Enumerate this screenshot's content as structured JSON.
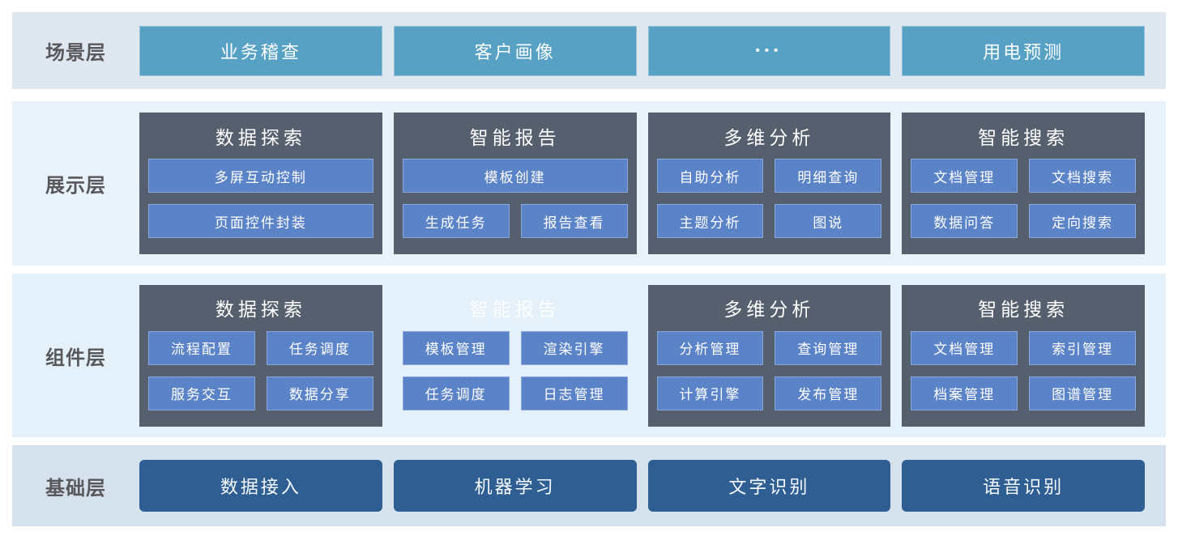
{
  "scene": {
    "label": "场景层",
    "buttons": [
      "业务稽查",
      "客户画像",
      "•••",
      "用电预测"
    ]
  },
  "display": {
    "label": "展示层",
    "cards": [
      {
        "title": "数据探索",
        "buttons": [
          "多屏互动控制",
          "页面控件封装"
        ]
      },
      {
        "title": "智能报告",
        "buttons": [
          "模板创建",
          "生成任务",
          "报告查看"
        ]
      },
      {
        "title": "多维分析",
        "buttons": [
          "自助分析",
          "明细查询",
          "主题分析",
          "图说"
        ]
      },
      {
        "title": "智能搜索",
        "buttons": [
          "文档管理",
          "文档搜索",
          "数据问答",
          "定向搜索"
        ]
      }
    ]
  },
  "component": {
    "label": "组件层",
    "cards": [
      {
        "title": "数据探索",
        "buttons": [
          "流程配置",
          "任务调度",
          "服务交互",
          "数据分享"
        ]
      },
      {
        "title": "智能报告",
        "buttons": [
          "模板管理",
          "渲染引擎",
          "任务调度",
          "日志管理"
        ]
      },
      {
        "title": "多维分析",
        "buttons": [
          "分析管理",
          "查询管理",
          "计算引擎",
          "发布管理"
        ]
      },
      {
        "title": "智能搜索",
        "buttons": [
          "文档管理",
          "索引管理",
          "档案管理",
          "图谱管理"
        ]
      }
    ]
  },
  "base": {
    "label": "基础层",
    "buttons": [
      "数据接入",
      "机器学习",
      "文字识别",
      "语音识别"
    ]
  },
  "colors": {
    "scene_teal": "#57a1c4",
    "card_dark": "#555f6d",
    "sub_blue": "#5b83c8",
    "base_blue": "#2e5e92",
    "band_scene_bg": "#dfe7f1",
    "band_display_bg": "#e8f2fb",
    "band_component_bg": "#e5f1fa",
    "band_base_bg": "#d6e1ee",
    "label_gray": "#58585b"
  }
}
